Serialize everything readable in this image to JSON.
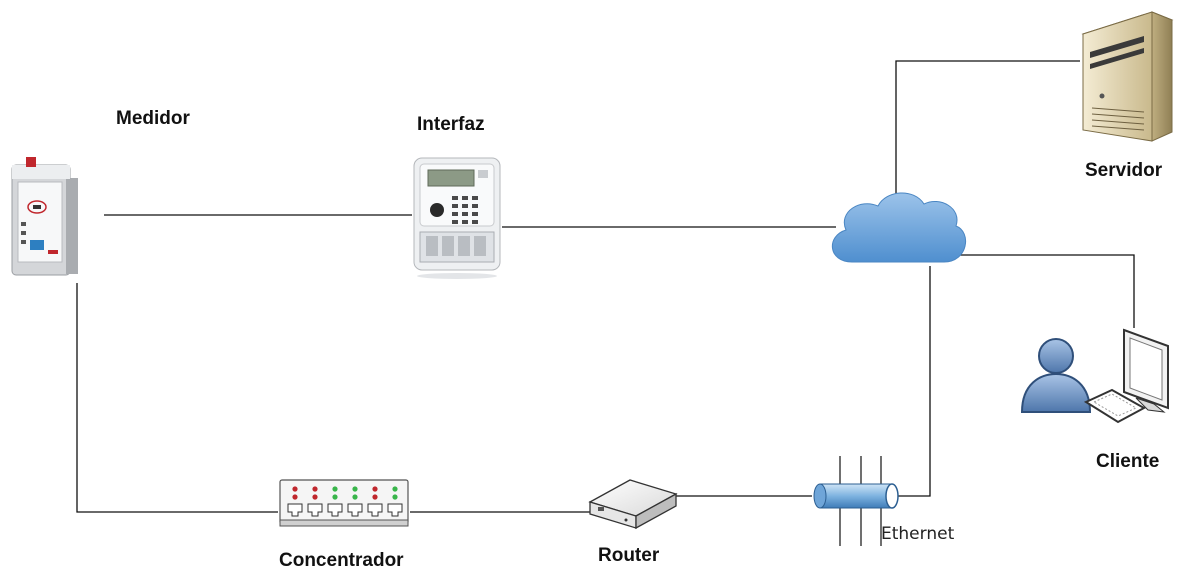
{
  "labels": {
    "medidor": "Medidor",
    "interfaz": "Interfaz",
    "servidor": "Servidor",
    "cliente": "Cliente",
    "concentrador": "Concentrador",
    "router": "Router",
    "ethernet": "Ethernet"
  },
  "icons": {
    "medidor": "din-rail-meter-icon",
    "interfaz": "smart-meter-icon",
    "servidor": "server-tower-icon",
    "cloud": "cloud-icon",
    "cliente": "user-workstation-icon",
    "concentrador": "network-switch-icon",
    "router": "router-icon",
    "ethernet": "ethernet-bus-icon"
  },
  "colors": {
    "cloud": "#5b9bd5",
    "user": "#6c8ebf",
    "server": "#e9ddb8",
    "led_red": "#c0272d",
    "led_green": "#39b54a"
  }
}
